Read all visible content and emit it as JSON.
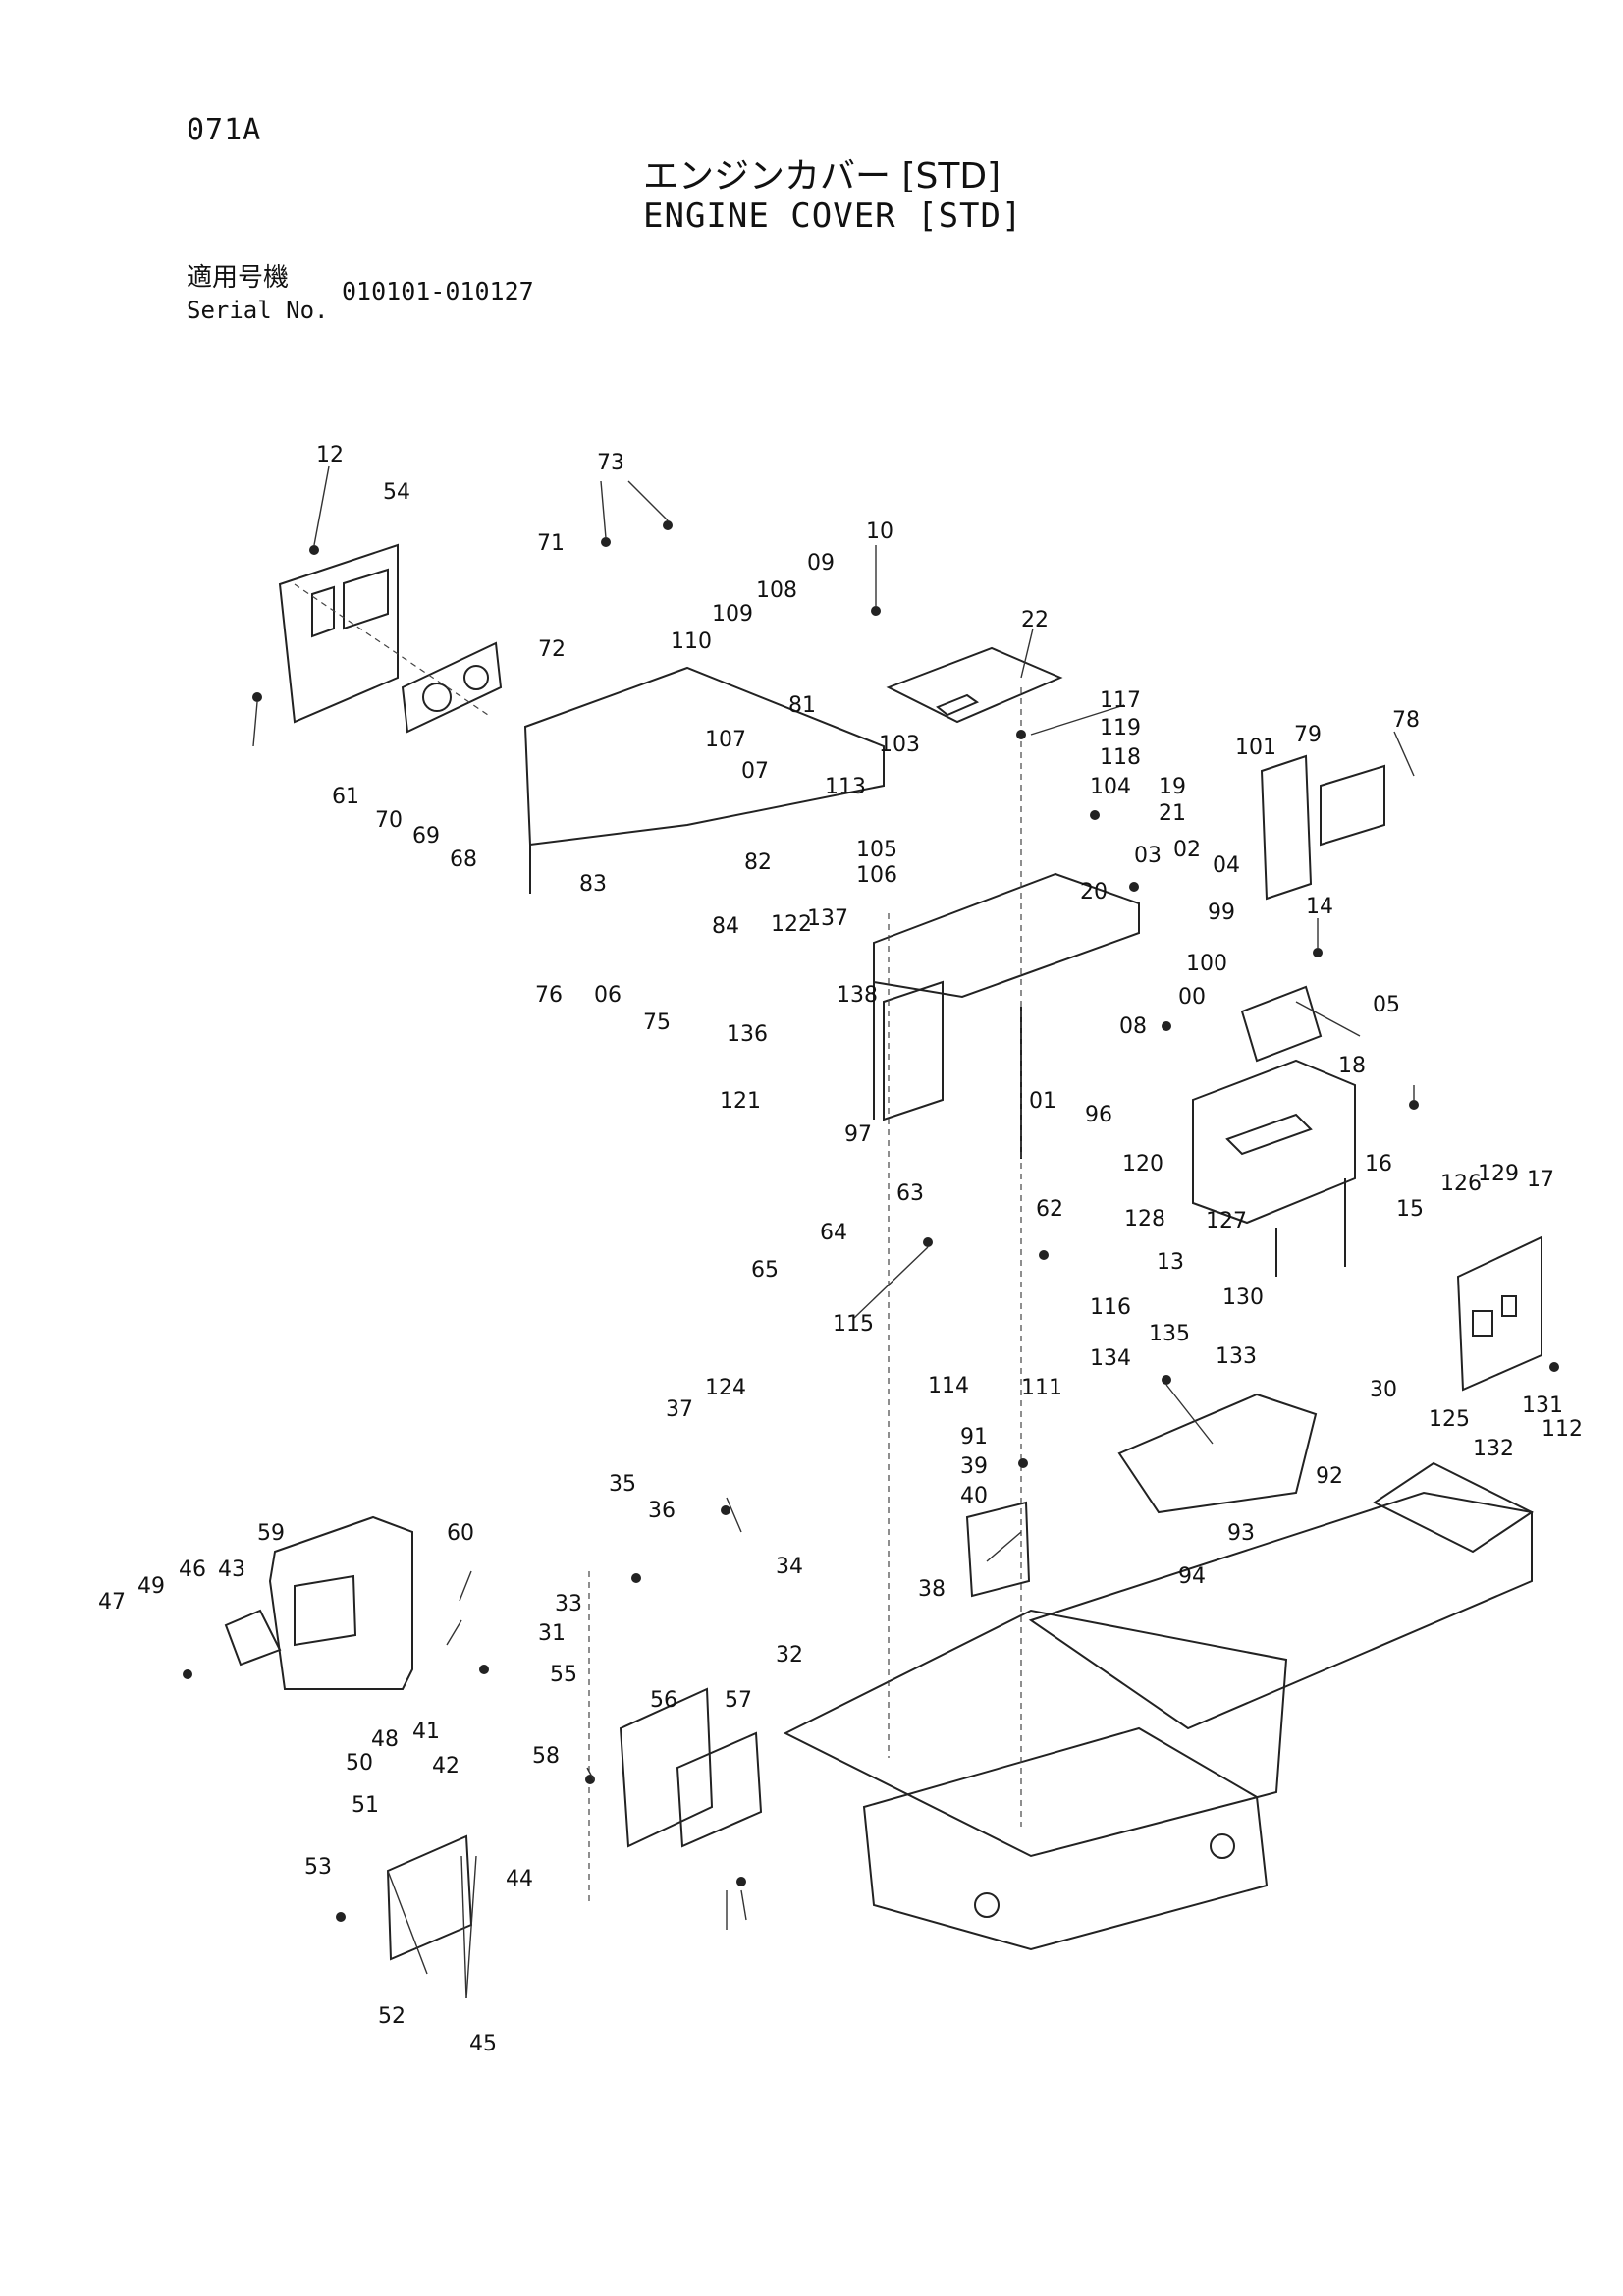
{
  "header": {
    "page_code": "071A",
    "title_ja": "エンジンカバー [STD]",
    "title_en": "ENGINE COVER [STD]",
    "serial_label_ja": "適用号機",
    "serial_label_en": "Serial No.",
    "serial_range": "010101-010127"
  },
  "callouts": [
    "12",
    "54",
    "73",
    "71",
    "72",
    "10",
    "09",
    "108",
    "109",
    "110",
    "22",
    "107",
    "07",
    "81",
    "113",
    "61",
    "70",
    "69",
    "68",
    "83",
    "82",
    "84",
    "122",
    "105",
    "106",
    "103",
    "104",
    "117",
    "119",
    "118",
    "19",
    "21",
    "20",
    "03",
    "02",
    "04",
    "99",
    "100",
    "101",
    "79",
    "78",
    "14",
    "05",
    "00",
    "08",
    "137",
    "138",
    "06",
    "75",
    "76",
    "136",
    "121",
    "01",
    "96",
    "97",
    "64",
    "65",
    "63",
    "62",
    "116",
    "115",
    "114",
    "120",
    "128",
    "13",
    "127",
    "130",
    "18",
    "16",
    "15",
    "126",
    "129",
    "17",
    "30",
    "125",
    "132",
    "131",
    "112",
    "111",
    "134",
    "135",
    "133",
    "92",
    "93",
    "94",
    "91",
    "39",
    "40",
    "38",
    "37",
    "124",
    "36",
    "34",
    "35",
    "33",
    "31",
    "32",
    "55",
    "56",
    "57",
    "58",
    "59",
    "60",
    "43",
    "47",
    "46",
    "49",
    "50",
    "48",
    "41",
    "42",
    "51",
    "53",
    "52",
    "45",
    "44"
  ]
}
